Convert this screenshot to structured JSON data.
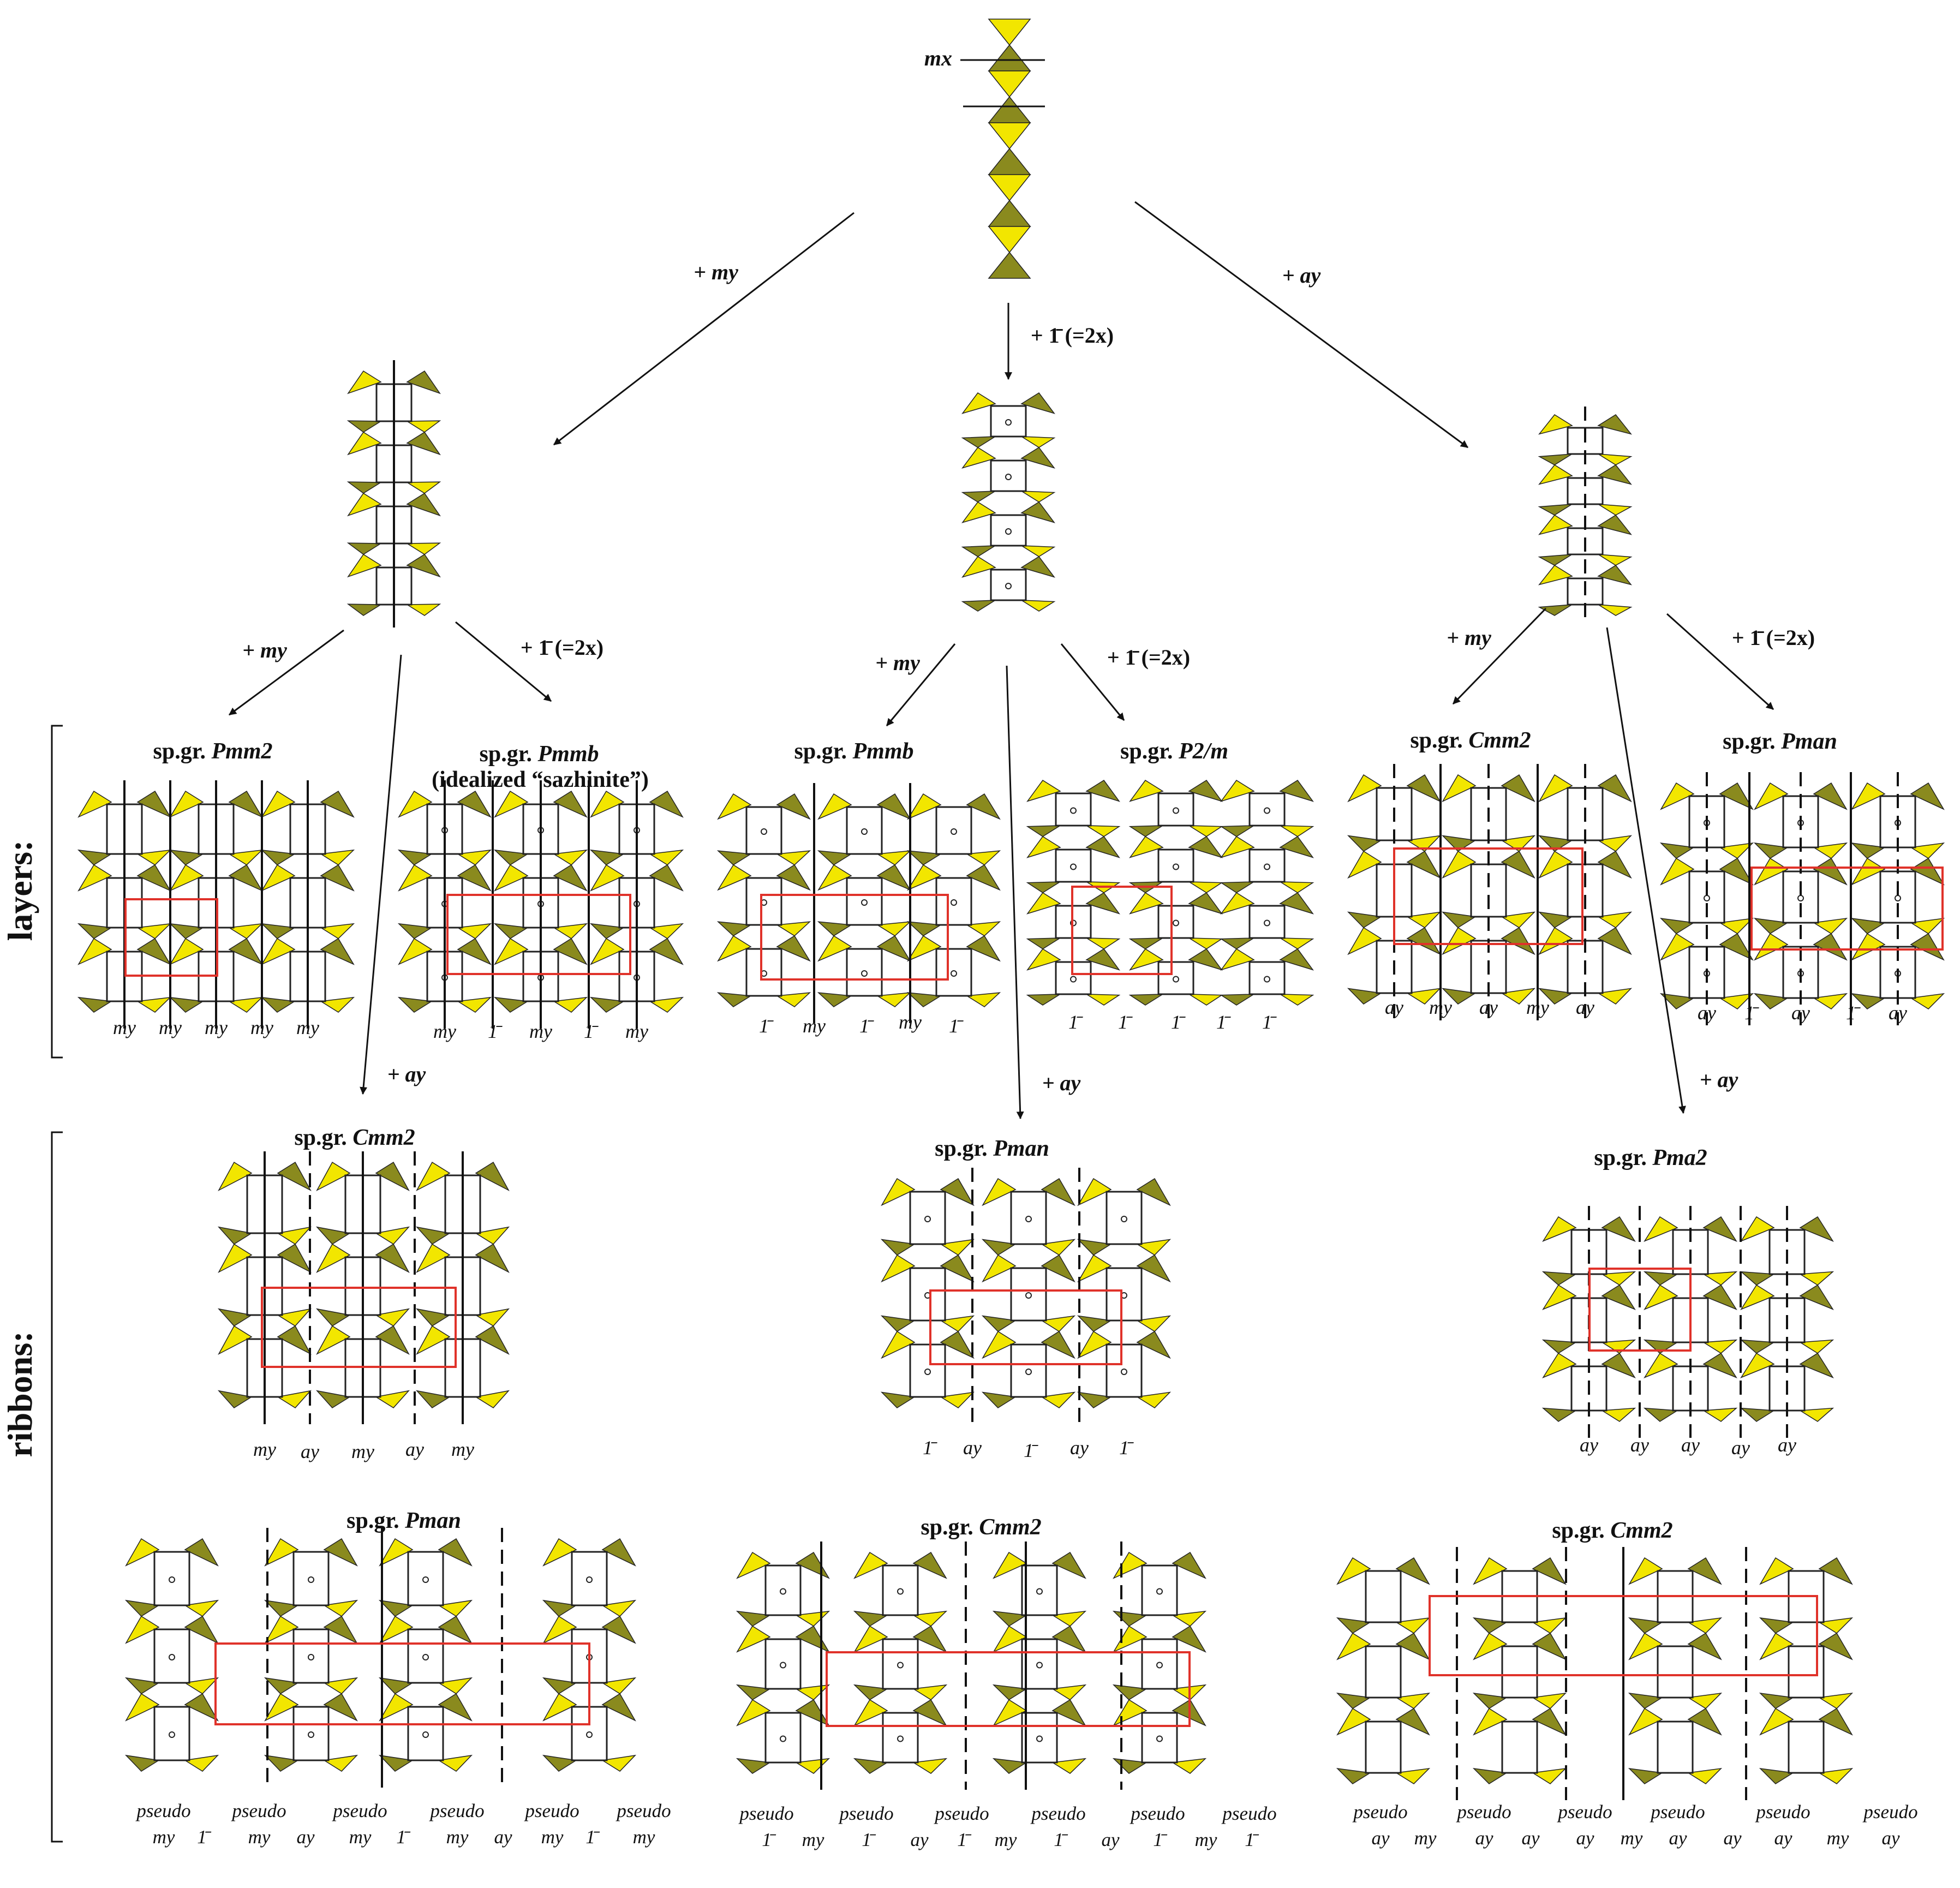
{
  "root": {
    "label": "mx"
  },
  "arrows": {
    "top_left": "+ my",
    "top_mid": "+ 1̄ (=2x)",
    "top_right": "+ ay",
    "l_my": "+ my",
    "l_inv": "+ 1̄ (=2x)",
    "l_ay": "+ ay",
    "m_my": "+ my",
    "m_inv": "+ 1̄ (=2x)",
    "m_ay": "+ ay",
    "r_my": "+ my",
    "r_inv": "+ 1̄ (=2x)",
    "r_ay": "+ ay"
  },
  "side_labels": {
    "layers": "layers:",
    "ribbons": "ribbons:"
  },
  "panels": [
    {
      "id": "pmm2",
      "title_prefix": "sp.gr. ",
      "title_symbol": "Pmm2",
      "subtitle": "",
      "ops": [
        "my",
        "my",
        "my",
        "my",
        "my"
      ]
    },
    {
      "id": "pmmb_a",
      "title_prefix": "sp.gr. ",
      "title_symbol": "Pmmb",
      "subtitle": "(idealized “sazhinite”)",
      "ops": [
        "my",
        "1̄",
        "my",
        "1̄",
        "my"
      ]
    },
    {
      "id": "pmmb_b",
      "title_prefix": "sp.gr. ",
      "title_symbol": "Pmmb",
      "subtitle": "",
      "ops": [
        "1̄",
        "my",
        "1̄",
        "my",
        "1̄"
      ]
    },
    {
      "id": "p2m",
      "title_prefix": "sp.gr. ",
      "title_symbol": "P2/m",
      "subtitle": "",
      "ops": [
        "1̄",
        "1̄",
        "1̄",
        "1̄",
        "1̄"
      ]
    },
    {
      "id": "cmm2_a",
      "title_prefix": "sp.gr. ",
      "title_symbol": "Cmm2",
      "subtitle": "",
      "ops": [
        "ay",
        "my",
        "ay",
        "my",
        "ay"
      ]
    },
    {
      "id": "pman_a",
      "title_prefix": "sp.gr. ",
      "title_symbol": "Pman",
      "subtitle": "",
      "ops": [
        "ay",
        "1̄",
        "ay",
        "1̄",
        "ay"
      ]
    },
    {
      "id": "cmm2_b",
      "title_prefix": "sp.gr. ",
      "title_symbol": "Cmm2",
      "subtitle": "",
      "ops": [
        "my",
        "ay",
        "my",
        "ay",
        "my"
      ]
    },
    {
      "id": "pman_b",
      "title_prefix": "sp.gr. ",
      "title_symbol": "Pman",
      "subtitle": "",
      "ops": [
        "1̄",
        "ay",
        "1̄",
        "ay",
        "1̄"
      ]
    },
    {
      "id": "pma2",
      "title_prefix": "sp.gr. ",
      "title_symbol": "Pma2",
      "subtitle": "",
      "ops": [
        "ay",
        "ay",
        "ay",
        "ay",
        "ay"
      ]
    },
    {
      "id": "pman_c",
      "title_prefix": "sp.gr. ",
      "title_symbol": "Pman",
      "subtitle": "",
      "ops": [
        "pseudo my",
        "1̄",
        "pseudo my",
        "ay",
        "pseudo my",
        "1̄",
        "pseudo my",
        "ay",
        "pseudo my",
        "1̄",
        "pseudo my"
      ]
    },
    {
      "id": "cmm2_c",
      "title_prefix": "sp.gr. ",
      "title_symbol": "Cmm2",
      "subtitle": "",
      "ops": [
        "pseudo 1̄",
        "my",
        "pseudo 1̄",
        "ay",
        "pseudo 1̄",
        "my",
        "pseudo 1̄",
        "ay",
        "pseudo 1̄",
        "my",
        "pseudo 1̄"
      ]
    },
    {
      "id": "cmm2_d",
      "title_prefix": "sp.gr. ",
      "title_symbol": "Cmm2",
      "subtitle": "",
      "ops": [
        "pseudo ay",
        "my",
        "pseudo ay",
        "ay",
        "pseudo ay",
        "my",
        "pseudo ay",
        "ay",
        "pseudo ay",
        "my",
        "pseudo ay"
      ]
    }
  ],
  "colors": {
    "tetra_light": "#f2e600",
    "tetra_dark": "#8a8a1e",
    "cell": "#e0322a",
    "line": "#111111"
  }
}
